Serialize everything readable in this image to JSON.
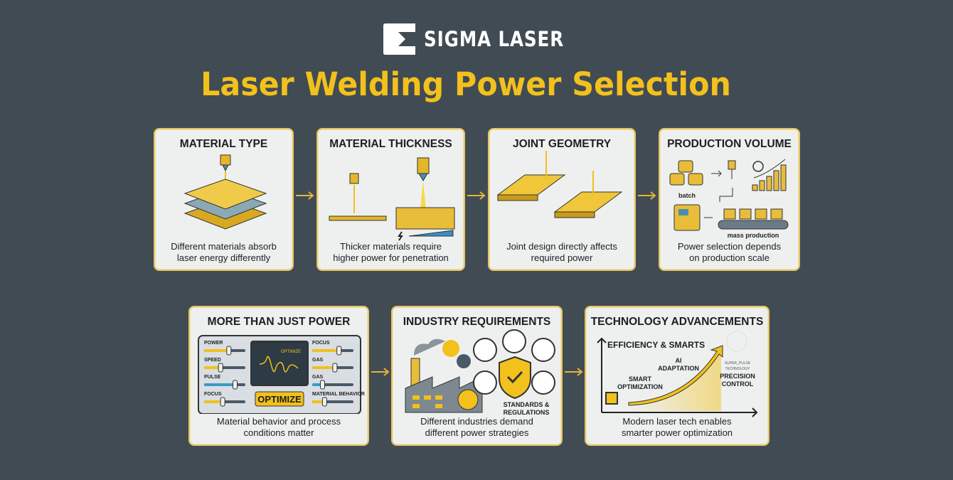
{
  "brand": {
    "name": "SIGMA LASER"
  },
  "title": "Laser Welding Power Selection",
  "colors": {
    "background": "#414b54",
    "accent": "#f2c11b",
    "card": "#eef0f0",
    "border": "#e3c56a"
  },
  "cards": [
    {
      "title": "MATERIAL TYPE",
      "caption_1": "Different materials absorb",
      "caption_2": "laser energy differently"
    },
    {
      "title": "MATERIAL THICKNESS",
      "caption_1": "Thicker materials require",
      "caption_2": "higher power for penetration"
    },
    {
      "title": "JOINT GEOMETRY",
      "caption_1": "Joint design directly affects",
      "caption_2": "required power"
    },
    {
      "title": "PRODUCTION VOLUME",
      "caption_1": "Power selection depends",
      "caption_2": "on production scale",
      "batch": "batch",
      "mass": "mass production"
    },
    {
      "title": "MORE THAN JUST POWER",
      "caption_1": "Material behavior and process",
      "caption_2": "conditions matter",
      "screen_label": "OPTIMIZE",
      "button": "OPTIMIZE",
      "sliders_left": [
        {
          "label": "POWER",
          "level": 0.6
        },
        {
          "label": "SPEED",
          "level": 0.4
        },
        {
          "label": "PULSE",
          "level": 0.75
        },
        {
          "label": "FOCUS",
          "level": 0.45
        }
      ],
      "sliders_right": [
        {
          "label": "FOCUS",
          "level": 0.65
        },
        {
          "label": "GAS",
          "level": 0.55
        },
        {
          "label": "GAS",
          "level": 0.25
        },
        {
          "label": "MATERIAL BEHAVIOR",
          "level": 0.3
        }
      ]
    },
    {
      "title": "INDUSTRY REQUIREMENTS",
      "caption_1": "Different industries demand",
      "caption_2": "different power strategies",
      "standards_1": "STANDARDS &",
      "standards_2": "REGULATIONS"
    },
    {
      "title": "TECHNOLOGY ADVANCEMENTS",
      "caption_1": "Modern laser tech enables",
      "caption_2": "smarter power optimization",
      "heading": "EFFICIENCY & SMARTS",
      "ai_1": "AI",
      "ai_2": "ADAPTATION",
      "smart_1": "SMART",
      "smart_2": "OPTIMIZATION",
      "super_1": "SUPER_PULSE",
      "super_2": "TECHNOLOGY",
      "prec_1": "PRECISION",
      "prec_2": "CONTROL"
    }
  ]
}
